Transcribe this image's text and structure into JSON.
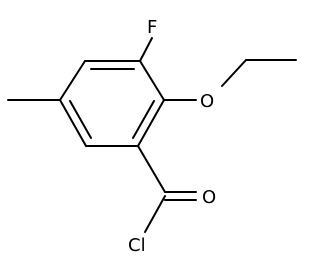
{
  "atoms": {
    "fluorine": "F",
    "oxygen_ether": "O",
    "oxygen_carbonyl": "O",
    "chlorine": "Cl"
  }
}
